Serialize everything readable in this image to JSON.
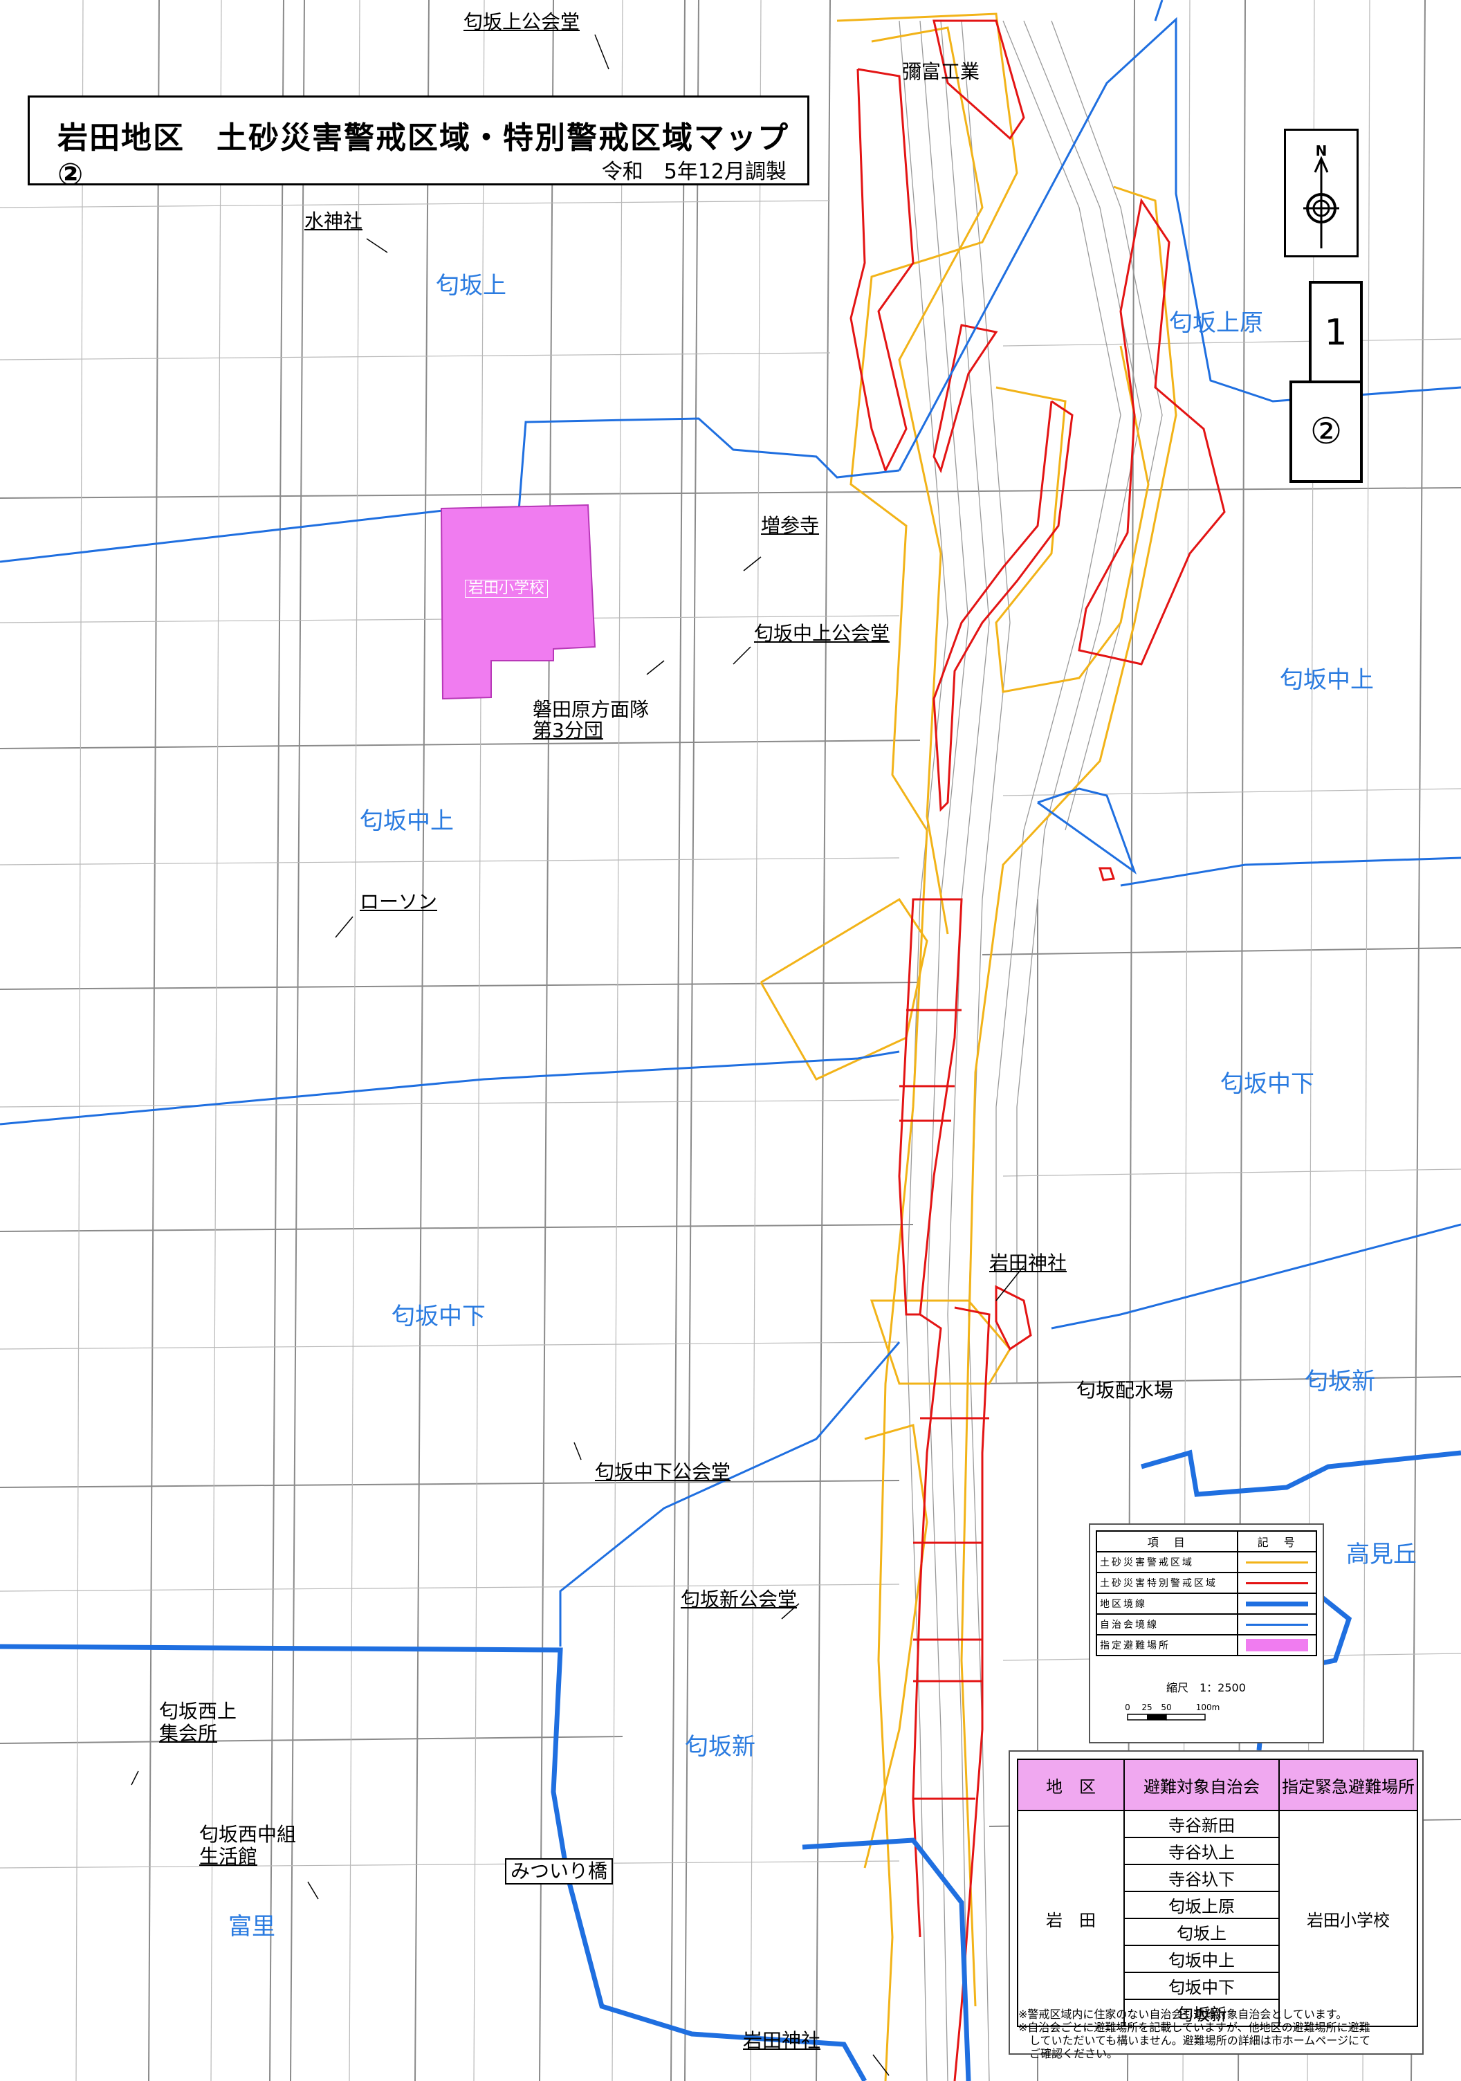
{
  "title": {
    "main": "岩田地区　土砂災害警戒区域・特別警戒区域マップ②",
    "date": "令和　5年12月調製"
  },
  "compass": {
    "north_label": "N"
  },
  "page_index": {
    "page1": "1",
    "page2": "②"
  },
  "area_labels": {
    "koubae_kami": "匂坂上",
    "koubae_kamihara": "匂坂上原",
    "koubae_nakakami_east": "匂坂中上",
    "koubae_nakakami_west": "匂坂中上",
    "koubae_nakashimo_east": "匂坂中下",
    "koubae_nakashimo_west": "匂坂中下",
    "koubae_shin_east": "匂坂新",
    "koubae_shin_south": "匂坂新",
    "takamigaoka": "高見丘",
    "tomisato": "富里"
  },
  "place_labels": {
    "kami_kominkan": "匂坂上公会堂",
    "mitomi_kogyo": "彌富工業",
    "suijinja": "水神社",
    "zosanji": "増参寺",
    "nakakami_kominkan": "匂坂中上公会堂",
    "fire_brigade_1": "磐田原方面隊",
    "fire_brigade_2": "第3分団",
    "lawson": "ローソン",
    "iwata_jinja_north": "岩田神社",
    "haisuijo": "匂坂配水場",
    "nakashimo_kominkan": "匂坂中下公会堂",
    "shin_kominkan": "匂坂新公会堂",
    "nishikami_1": "匂坂西上",
    "nishikami_2": "集会所",
    "nishinaka_1": "匂坂西中組",
    "nishinaka_2": "生活館",
    "mitsuiri_bashi": "みついり橋",
    "iwata_jinja_south": "岩田神社",
    "iwata_school": "岩田小学校"
  },
  "legend": {
    "header_item": "項　目",
    "header_symbol": "記　号",
    "rows": [
      {
        "label": "土砂災害警戒区域",
        "color": "#f2b318",
        "kind": "line-thin"
      },
      {
        "label": "土砂災害特別警戒区域",
        "color": "#e31414",
        "kind": "line-thin"
      },
      {
        "label": "地区境線",
        "color": "#1f6fe0",
        "kind": "line-thick"
      },
      {
        "label": "自治会境線",
        "color": "#1f6fe0",
        "kind": "line-thin"
      },
      {
        "label": "指定避難場所",
        "color": "#f07cf0",
        "kind": "fill"
      }
    ],
    "scale_text": "縮尺　1：2500",
    "scale_ticks": [
      "0",
      "25",
      "50",
      "100m"
    ]
  },
  "evacuation_table": {
    "headers": [
      "地　区",
      "避難対象自治会",
      "指定緊急避難場所"
    ],
    "district": "岩　田",
    "shelter": "岩田小学校",
    "associations": [
      "寺谷新田",
      "寺谷圦上",
      "寺谷圦下",
      "匂坂上原",
      "匂坂上",
      "匂坂中上",
      "匂坂中下",
      "匂坂新"
    ],
    "notes": [
      "※警戒区域内に住家のない自治会も避難対象自治会としています。",
      "※自治会ごとに避難場所を記載していますが、他地区の避難場所に避難",
      "　していただいても構いません。避難場所の詳細は市ホームページにて",
      "　ご確認ください。"
    ]
  },
  "colors": {
    "warning_zone": "#f2b318",
    "special_warning_zone": "#e31414",
    "district_boundary": "#1f6fe0",
    "shelter_fill": "#f07cf0"
  }
}
